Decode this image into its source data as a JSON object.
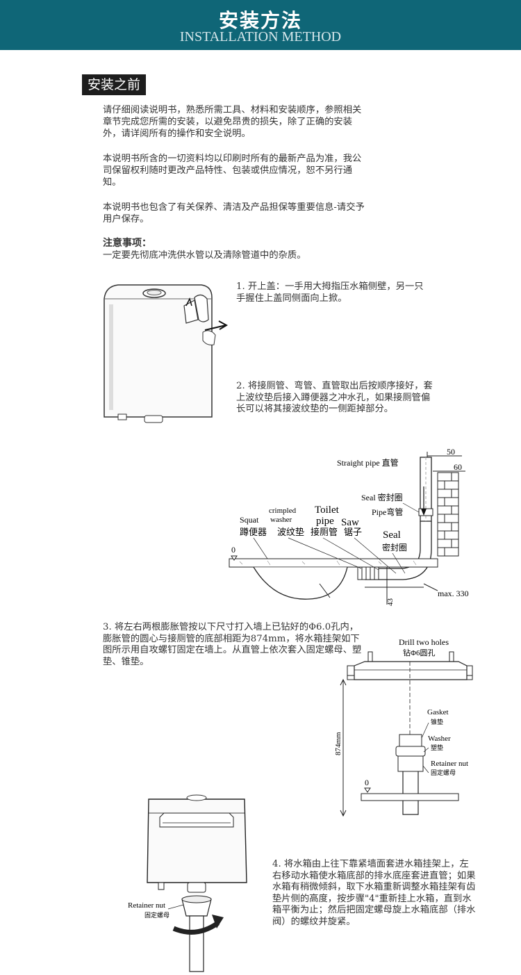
{
  "header": {
    "title": "安装方法",
    "subtitle": "INSTALLATION METHOD"
  },
  "before_install": {
    "label": "安装之前",
    "p1": "请仔细阅读说明书，熟悉所需工具、材料和安装顺序，参照相关章节完成您所需的安装，以避免昂贵的损失，除了正确的安装外，请详阅所有的操作和安全说明。",
    "p2": "本说明书所含的一切资料均以印刷时所有的最新产品为准，我公司保留权利随时更改产品特性、包装或供应情况，恕不另行通知。",
    "p3": "本说明书也包含了有关保养、清洁及产品担保等重要信息-请交予用户保存。",
    "notice_title": "注意事项：",
    "notice_text": "一定要先彻底冲洗供水管以及清除管道中的杂质。"
  },
  "steps": {
    "step1": "1. 开上盖：一手用大拇指压水箱侧壁，另一只手握住上盖同侧面向上掀。",
    "step2": "2. 将接厕管、弯管、直管取出后按顺序接好，套上波纹垫后接入蹲便器之冲水孔，如果接厕管偏长可以将其接波纹垫的一侧距掉部分。",
    "step3": "3. 将左右两根膨胀管按以下尺寸打入墙上已钻好的Φ6.0孔内，膨胀管的圆心与接厕管的底部相距为874mm，将水箱挂架如下图所示用自攻螺钉固定在墙上。从直管上依次套入固定螺母、塑垫、锥垫。",
    "step4": "4. 将水箱由上往下靠紧墙面套进水箱挂架上，左右移动水箱使水箱底部的排水底座套进直管；如果水箱有稍微倾斜，取下水箱重新调整水箱挂架有齿垫片侧的高度，按步骤\"4\"重新挂上水箱，直到水箱平衡为止；然后把固定螺母旋上水箱底部（排水阀）的螺纹并旋紧。"
  },
  "diagram_pipes": {
    "straight_pipe": "Straight pipe 直管",
    "dim_50": "50",
    "dim_60": "60",
    "seal_top": "Seal 密封圈",
    "pipe_bend": "Pipe弯管",
    "crimpled_en": "crimpled",
    "washer_en": "washer",
    "squat_en": "Squat",
    "toilet_en": "Toilet",
    "pipe_en": "pipe",
    "saw_en": "Saw",
    "seal_en": "Seal",
    "squat_cn": "蹲便器",
    "washer_cn": "波纹垫",
    "toilet_pipe_cn": "接厕管",
    "saw_cn": "锯子",
    "seal_cn": "密封圈",
    "zero": "0",
    "dim_43": "43",
    "max": "max. 330"
  },
  "diagram_bracket": {
    "drill_en": "Drill two  holes",
    "drill_cn": "钻Φ6圆孔",
    "gasket_en": "Gasket",
    "gasket_cn": "锥垫",
    "washer_en": "Washer",
    "washer_cn": "塑垫",
    "retainer_en": "Retainer nut",
    "retainer_cn": "固定螺母",
    "height": "874mm",
    "zero": "0"
  },
  "diagram_tank": {
    "retainer_en": "Retainer nut",
    "retainer_cn": "固定螺母"
  }
}
